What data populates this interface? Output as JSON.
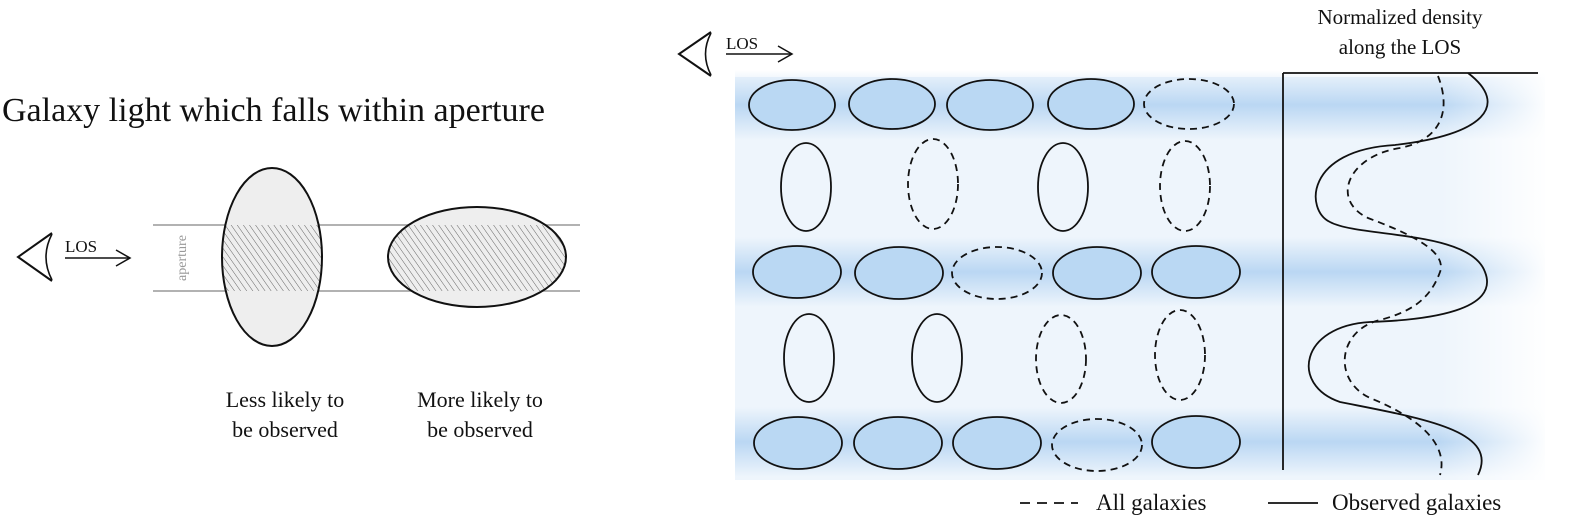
{
  "left_panel": {
    "title": "Galaxy light which falls within aperture",
    "los_label": "LOS",
    "aperture_label": "aperture",
    "caption_less": [
      "Less likely to",
      "be observed"
    ],
    "caption_more": [
      "More likely to",
      "be observed"
    ]
  },
  "right_panel": {
    "los_label": "LOS",
    "density_title": [
      "Normalized density",
      "along the LOS"
    ],
    "legend": {
      "all": "All galaxies",
      "observed": "Observed galaxies"
    }
  },
  "colors": {
    "band_blue": "#a9cdf0",
    "galaxy_fill": "#bad8f3",
    "ellipse_gray": "#eeeeee",
    "aperture_lines": "#999999",
    "stroke": "#111111"
  }
}
